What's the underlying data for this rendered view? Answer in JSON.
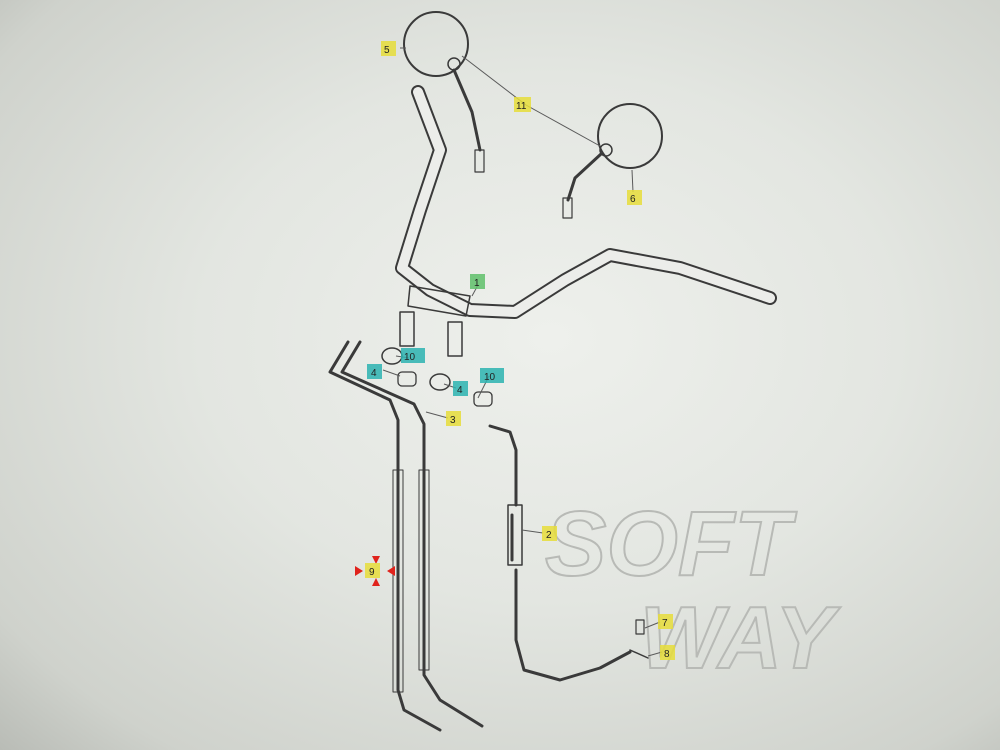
{
  "diagram": {
    "watermark": {
      "line1": "SOFT",
      "line2": "WAY"
    },
    "labels": [
      {
        "id": "5",
        "text": "5",
        "color": "#e6dd3a"
      },
      {
        "id": "11",
        "text": "11",
        "color": "#e6dd3a"
      },
      {
        "id": "6",
        "text": "6",
        "color": "#e6dd3a"
      },
      {
        "id": "1",
        "text": "1",
        "color": "#5fc06a"
      },
      {
        "id": "10a",
        "text": "10",
        "color": "#2bb3b0"
      },
      {
        "id": "4a",
        "text": "4",
        "color": "#2bb3b0"
      },
      {
        "id": "4b",
        "text": "4",
        "color": "#2bb3b0"
      },
      {
        "id": "10b",
        "text": "10",
        "color": "#2bb3b0"
      },
      {
        "id": "3",
        "text": "3",
        "color": "#e6dd3a"
      },
      {
        "id": "2",
        "text": "2",
        "color": "#e6dd3a"
      },
      {
        "id": "9",
        "text": "9",
        "color": "#e6dd3a"
      },
      {
        "id": "7",
        "text": "7",
        "color": "#e6dd3a"
      },
      {
        "id": "8",
        "text": "8",
        "color": "#e6dd3a"
      }
    ],
    "marker_color": "#e0231c"
  }
}
